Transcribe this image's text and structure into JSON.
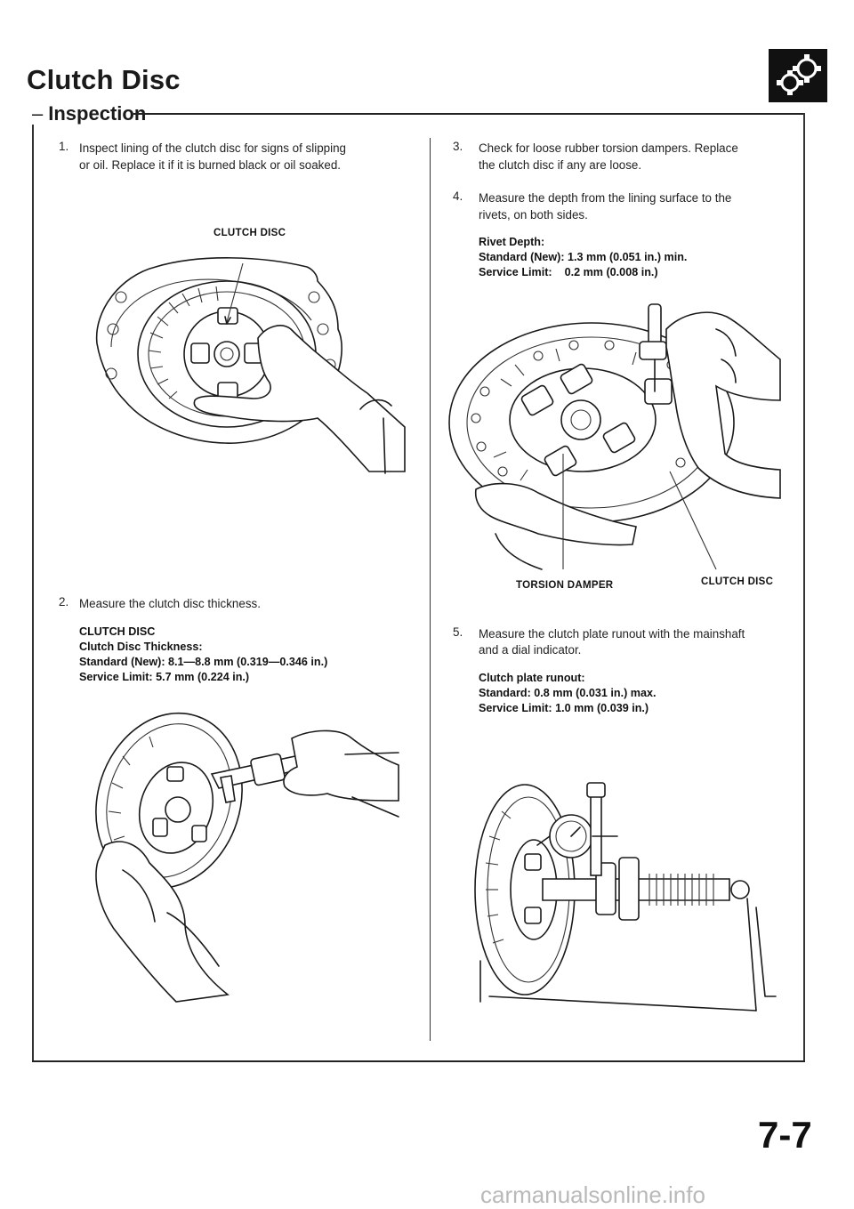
{
  "page": {
    "title": "Clutch Disc",
    "section": "Inspection",
    "page_number": "7-7",
    "watermark": "carmanualsonline.info",
    "icon": "clutch-gear-icon"
  },
  "steps": [
    {
      "num": "1.",
      "text": [
        "Inspect lining of the clutch disc for signs of slipping",
        "or oil. Replace it if it is burned black or oil soaked."
      ],
      "figure_label": "CLUTCH DISC"
    },
    {
      "num": "2.",
      "text": [
        "Measure the clutch disc thickness."
      ],
      "spec": [
        "CLUTCH DISC",
        "Clutch Disc Thickness:",
        "Standard (New): 8.1—8.8 mm (0.319—0.346 in.)",
        "Service Limit: 5.7 mm (0.224 in.)"
      ]
    },
    {
      "num": "3.",
      "text": [
        "Check for loose rubber torsion dampers. Replace",
        "the clutch disc if any are loose."
      ]
    },
    {
      "num": "4.",
      "text": [
        "Measure the depth from the lining surface to the",
        "rivets, on both sides."
      ],
      "spec": [
        "Rivet Depth:",
        "Standard (New): 1.3 mm (0.051 in.) min.",
        "Service Limit:    0.2 mm (0.008 in.)"
      ],
      "figure_labels": [
        "TORSION DAMPER",
        "CLUTCH DISC"
      ]
    },
    {
      "num": "5.",
      "text": [
        "Measure the clutch plate runout with the mainshaft",
        "and a dial indicator."
      ],
      "spec": [
        "Clutch plate runout:",
        "Standard: 0.8 mm (0.031 in.) max.",
        "Service Limit: 1.0 mm (0.039 in.)"
      ]
    }
  ]
}
